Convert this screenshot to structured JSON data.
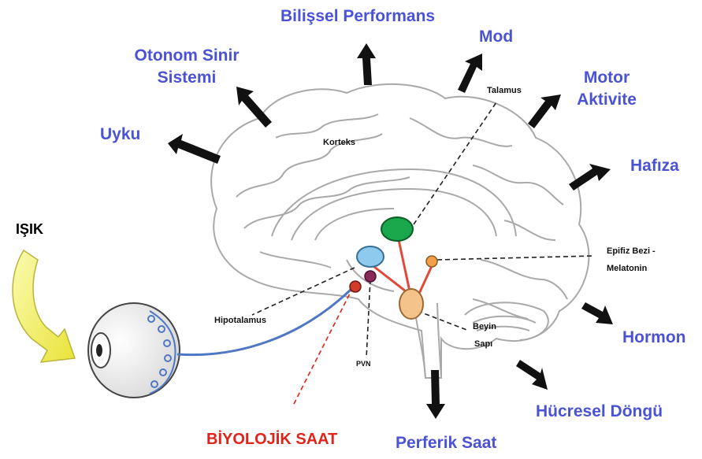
{
  "outputs": {
    "uyku": "Uyku",
    "otonom_line1": "Otonom Sinir",
    "otonom_line2": "Sistemi",
    "bilissel": "Bilişsel Performans",
    "mod": "Mod",
    "motor_line1": "Motor",
    "motor_line2": "Aktivite",
    "hafiza": "Hafıza",
    "hormon": "Hormon",
    "hucresel": "Hücresel Döngü",
    "perferik": "Perferik Saat"
  },
  "labels": {
    "isik": "IŞIK",
    "korteks": "Korteks",
    "talamus": "Talamus",
    "epifiz_line1": "Epifiz Bezi -",
    "epifiz_line2": "Melatonin",
    "hipotalamus": "Hipotalamus",
    "pvn": "PVN",
    "beyin_line1": "Beyin",
    "beyin_line2": "Sapı",
    "biyolojik": "BİYOLOJİK SAAT"
  },
  "colors": {
    "output_text": "#4a52d6",
    "biological_clock": "#e2231a",
    "talamus": "#1aa64a",
    "hipotalamus": "#8ec9ee",
    "epifiz": "#f0a04b",
    "beyin_sapi": "#f4c38c",
    "pvn": "#8b2a5a",
    "scn": "#d23a2a",
    "light_arrow": "#f4f06a",
    "optic_nerve": "#4f78c4"
  }
}
